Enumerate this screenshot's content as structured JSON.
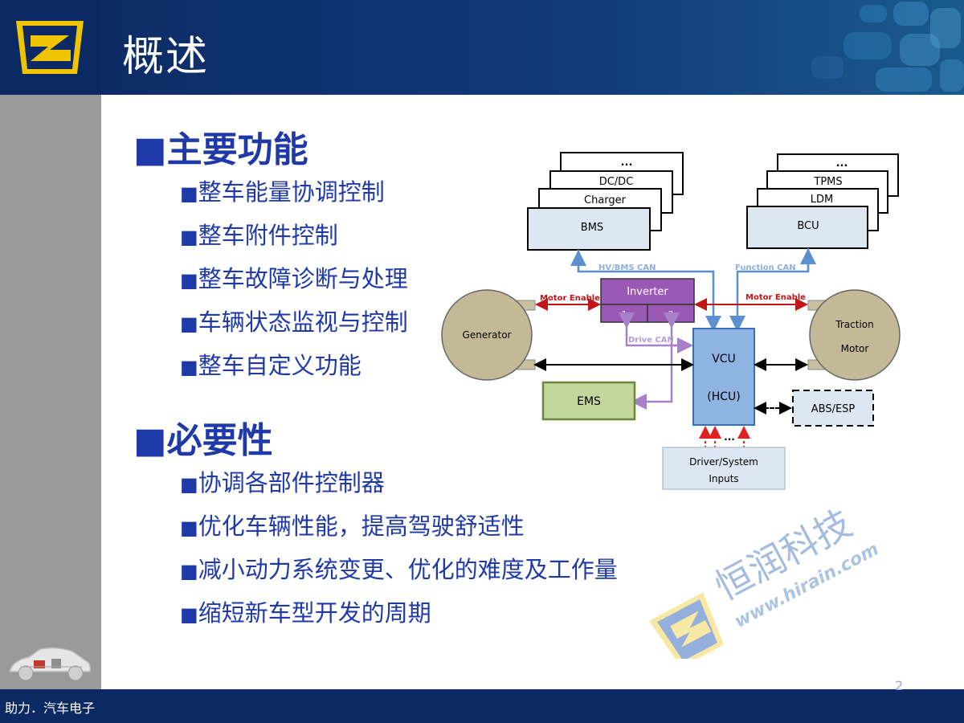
{
  "header": {
    "title": "概述"
  },
  "footer": {
    "slogan": "助力．汽车电子",
    "page_number": "2"
  },
  "sections": [
    {
      "heading": "主要功能",
      "items": [
        "整车能量协调控制",
        "整车附件控制",
        "整车故障诊断与处理",
        "车辆状态监视与控制",
        "整车自定义功能"
      ]
    },
    {
      "heading": "必要性",
      "items": [
        "协调各部件控制器",
        "优化车辆性能，提高驾驶舒适性",
        "减小动力系统变更、优化的难度及工作量",
        "缩短新车型开发的周期"
      ]
    }
  ],
  "bullet_symbol": "■",
  "diagram": {
    "left_stack": [
      "...",
      "DC/DC",
      "Charger",
      "BMS"
    ],
    "right_stack": [
      "...",
      "TPMS",
      "LDM",
      "BCU"
    ],
    "inverter": {
      "label": "Inverter",
      "port1": "1",
      "port2": "2"
    },
    "generator": "Generator",
    "traction_motor": [
      "Traction",
      "Motor"
    ],
    "vcu": [
      "VCU",
      "(HCU)"
    ],
    "ems": "EMS",
    "abs": "ABS/ESP",
    "inputs": [
      "Driver/System",
      "Inputs"
    ],
    "inputs_more": "...",
    "labels": {
      "hv_bms_can": "HV/BMS CAN",
      "function_can": "Function CAN",
      "motor_enable_left": "Motor Enable",
      "motor_enable_right": "Motor Enable",
      "drive_can": "Drive CAN"
    }
  },
  "watermark": {
    "company": "恒润科技",
    "url": "www.hirain.com"
  },
  "colors": {
    "dark_blue": "#0b2a63",
    "text_blue": "#1f3aa8",
    "sidebar_gray": "#9a9a9a",
    "bus_blue": "#5b8fd0",
    "bus_purple": "#a680c8",
    "motor_red": "#c0161a"
  }
}
